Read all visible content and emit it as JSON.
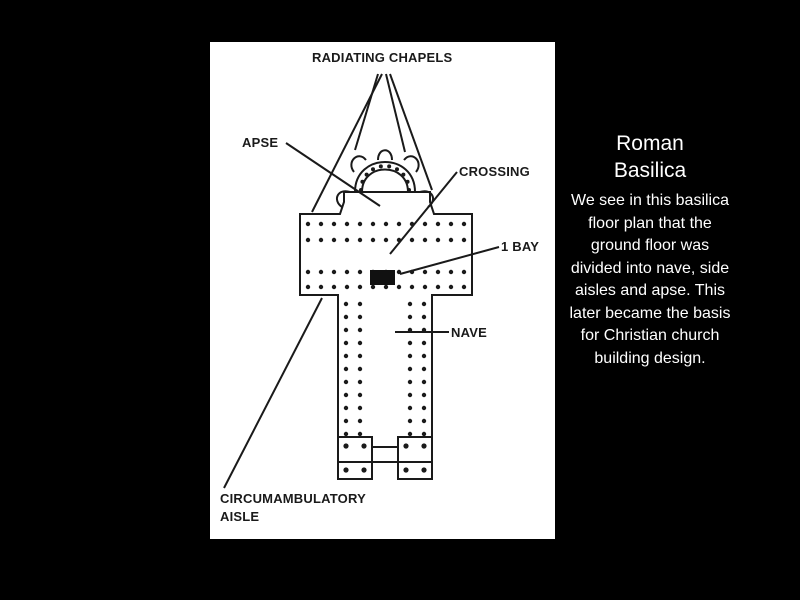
{
  "slide": {
    "title_line1": "Roman",
    "title_line2": "Basilica",
    "body": "We see in this basilica floor plan that the ground floor   was divided into nave, side aisles and apse. This later became the basis for Christian church building design."
  },
  "diagram": {
    "labels": {
      "radiating_chapels": "RADIATING CHAPELS",
      "apse": "APSE",
      "crossing": "CROSSING",
      "bay": "1 BAY",
      "nave": "NAVE",
      "circumambulatory_line1": "CIRCUMAMBULATORY",
      "circumambulatory_line2": "AISLE"
    }
  },
  "colors": {
    "background": "#000000",
    "panel": "#ffffff",
    "ink": "#1a1a1a",
    "text": "#ffffff"
  }
}
